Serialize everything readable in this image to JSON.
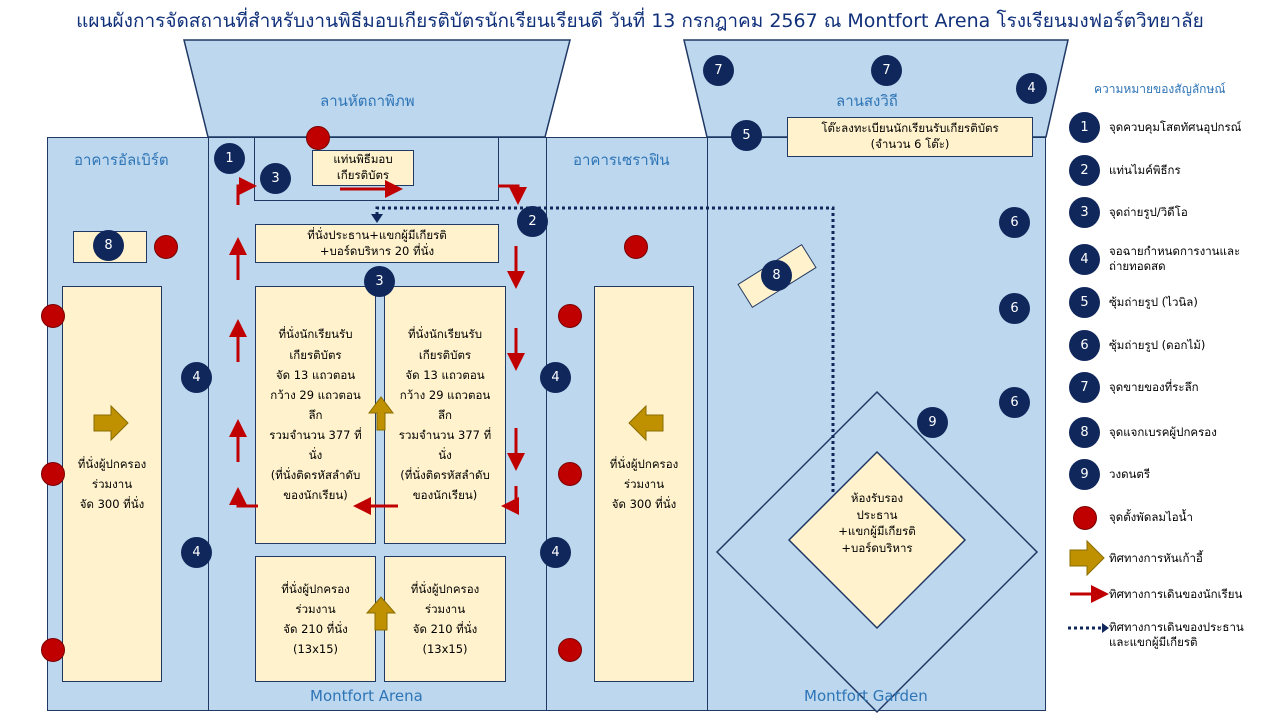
{
  "title": "แผนผังการจัดสถานที่สำหรับงานพิธีมอบเกียรติบัตรนักเรียนเรียนดี วันที่ 13 กรกฎาคม 2567 ณ Montfort Arena โรงเรียนมงฟอร์ตวิทยาลัย",
  "zones": {
    "albert": "อาคารอัลเบิร์ต",
    "seraphin": "อาคารเซราฟิน",
    "arena": "Montfort Arena",
    "garden": "Montfort Garden",
    "lan_hattha": "ลานหัตถาพิภพ",
    "lan_songwithi": "ลานสงวิถี"
  },
  "boxes": {
    "stage": "แท่นพิธีมอบ\nเกียรติบัตร",
    "registration": "โต๊ะลงทะเบียนนักเรียนรับเกียรติบัตร\n(จำนวน 6 โต๊ะ)",
    "vip_seats": "ที่นั่งประธาน+แขกผู้มีเกียรติ\n+บอร์ดบริหาร 20 ที่นั่ง",
    "students_left": "ที่นั่งนักเรียนรับ\nเกียรติบัตร\nจัด 13 แถวตอน\nกว้าง 29 แถวตอน\nลึก\nรวมจำนวน 377 ที่\nนั่ง\n(ที่นั่งติดรหัสลำดับ\nของนักเรียน)",
    "students_right": "ที่นั่งนักเรียนรับ\nเกียรติบัตร\nจัด 13 แถวตอน\nกว้าง 29 แถวตอน\nลึก\nรวมจำนวน 377 ที่\nนั่ง\n(ที่นั่งติดรหัสลำดับ\nของนักเรียน)",
    "parents_left": "ที่นั่งผู้ปกครอง\nร่วมงาน\nจัด 300 ที่นั่ง",
    "parents_right": "ที่นั่งผู้ปกครอง\nร่วมงาน\nจัด 300 ที่นั่ง",
    "parents_arena_left": "ที่นั่งผู้ปกครอง\nร่วมงาน\nจัด 210 ที่นั่ง\n(13x15)",
    "parents_arena_right": "ที่นั่งผู้ปกครอง\nร่วมงาน\nจัด 210 ที่นั่ง\n(13x15)",
    "reception": "ห้องรับรอง\nประธาน\n+แขกผู้มีเกียรติ\n+บอร์ดบริหาร"
  },
  "markers": [
    "1",
    "2",
    "3",
    "3",
    "4",
    "4",
    "4",
    "4",
    "4",
    "5",
    "6",
    "6",
    "6",
    "7",
    "7",
    "8",
    "8",
    "9"
  ],
  "legend": {
    "title": "ความหมายของสัญลักษณ์",
    "items": [
      {
        "symbol": "1",
        "text": "จุดควบคุมโสตทัศนอุปกรณ์"
      },
      {
        "symbol": "2",
        "text": "แท่นไมค์พิธีกร"
      },
      {
        "symbol": "3",
        "text": "จุดถ่ายรูป/วิดีโอ"
      },
      {
        "symbol": "4",
        "text": "จอฉายกำหนดการงานและ\nถ่ายทอดสด"
      },
      {
        "symbol": "5",
        "text": "ซุ้มถ่ายรูป (ไวนิล)"
      },
      {
        "symbol": "6",
        "text": "ซุ้มถ่ายรูป (ดอกไม้)"
      },
      {
        "symbol": "7",
        "text": "จุดขายของที่ระลึก"
      },
      {
        "symbol": "8",
        "text": "จุดแจกเบรคผู้ปกครอง"
      },
      {
        "symbol": "9",
        "text": "วงดนตรี"
      },
      {
        "symbol": "fan",
        "text": "จุดตั้งพัดลมไอน้ำ"
      },
      {
        "symbol": "seat-arrow",
        "text": "ทิศทางการหันเก้าอี้"
      },
      {
        "symbol": "student-arrow",
        "text": "ทิศทางการเดินของนักเรียน"
      },
      {
        "symbol": "vip-path",
        "text": "ทิศทางการเดินของประธาน\nและแขกผู้มีเกียรติ"
      }
    ]
  },
  "colors": {
    "zone_fill": "#bdd7ee",
    "zone_border": "#1f3864",
    "box_fill": "#fff2cc",
    "marker": "#10275c",
    "fan": "#c00000",
    "seat_arrow": "#bf9000",
    "student_arrow": "#c00000",
    "vip_path": "#10275c"
  }
}
